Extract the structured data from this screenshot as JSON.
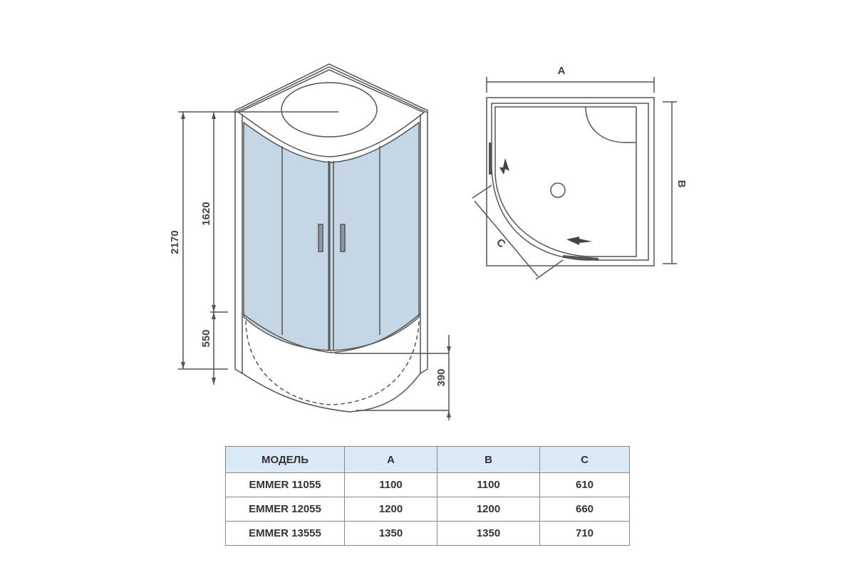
{
  "front_view": {
    "dimensions": {
      "total_height": "2170",
      "glass_height": "1620",
      "tray_height": "550",
      "tray_front": "390"
    },
    "colors": {
      "glass": "#c5d6e4",
      "line": "#555555"
    }
  },
  "top_view": {
    "labels": {
      "a": "A",
      "b": "B",
      "c": "C"
    }
  },
  "table": {
    "headers": [
      "МОДЕЛЬ",
      "A",
      "B",
      "C"
    ],
    "rows": [
      [
        "EMMER 11055",
        "1100",
        "1100",
        "610"
      ],
      [
        "EMMER 12055",
        "1200",
        "1200",
        "660"
      ],
      [
        "EMMER 13555",
        "1350",
        "1350",
        "710"
      ]
    ],
    "header_color": "#dbe9f6"
  }
}
